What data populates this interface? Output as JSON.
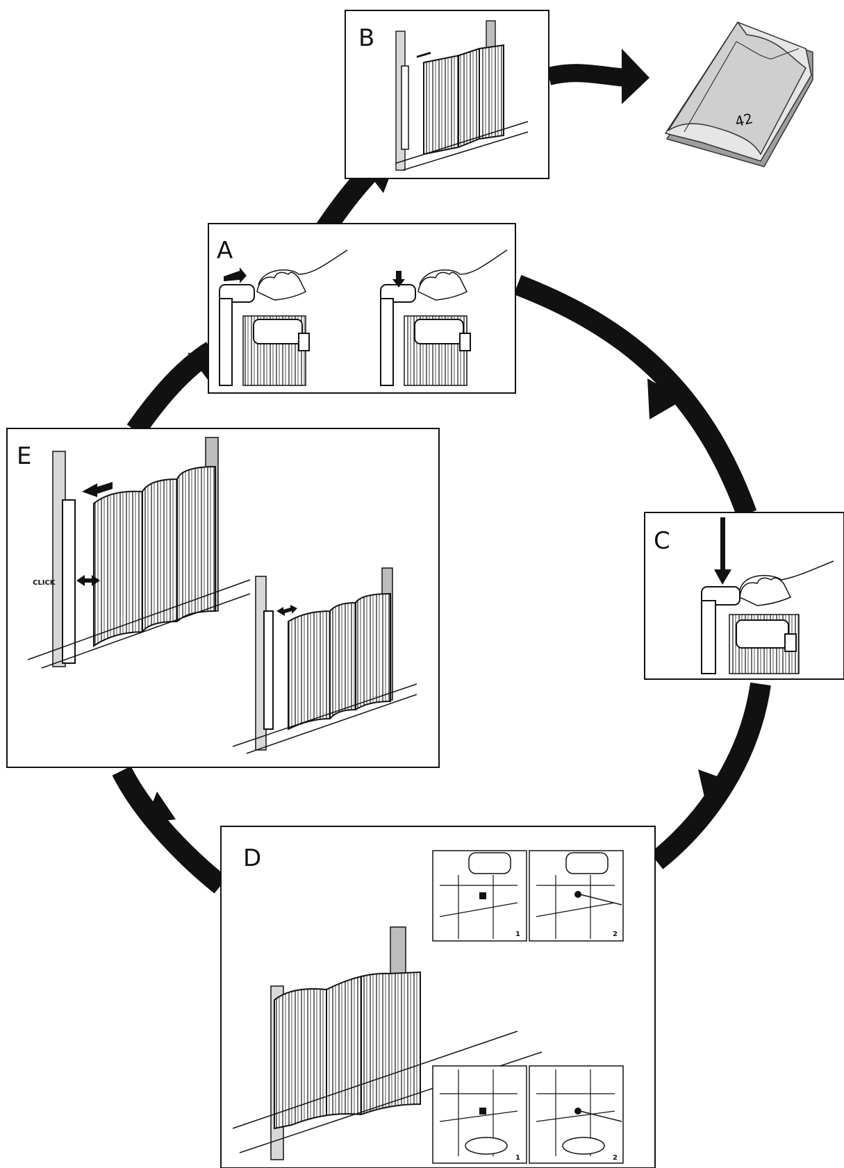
{
  "panels": {
    "a": {
      "label": "A"
    },
    "b": {
      "label": "B"
    },
    "c": {
      "label": "C"
    },
    "d": {
      "label": "D",
      "inset_numbers": [
        "1",
        "2",
        "1",
        "2"
      ]
    },
    "e": {
      "label": "E",
      "click_text": "CLICK"
    }
  },
  "booklet": {
    "page_number": "42"
  },
  "colors": {
    "ink": "#111111",
    "post_gray": "#bdbdbd",
    "page_gray": "#cfcfcf"
  },
  "icons": [
    "cycle-arrow",
    "arrowhead",
    "hand",
    "gate",
    "booklet"
  ]
}
